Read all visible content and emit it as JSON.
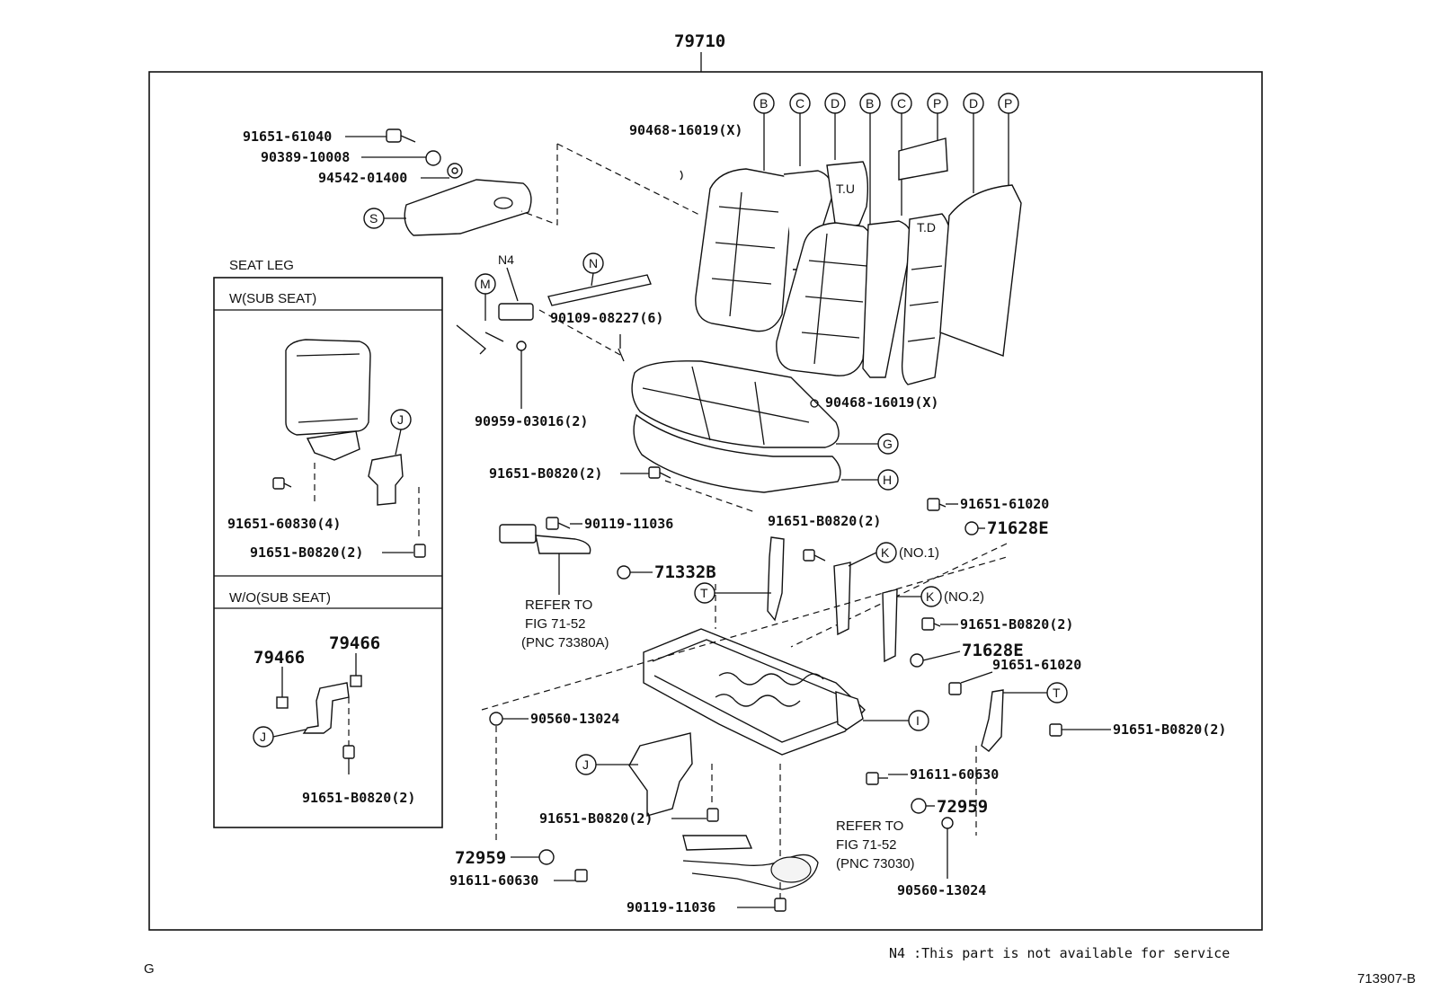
{
  "assembly_number": "79710",
  "seat_leg": {
    "title": "SEAT LEG",
    "with_sub_seat": "W(SUB SEAT)",
    "without_sub_seat": "W/O(SUB SEAT)",
    "parts_with": [
      "91651-60830(4)",
      "91651-B0820(2)"
    ],
    "parts_without": [
      "79466",
      "79466",
      "91651-B0820(2)"
    ]
  },
  "part_labels": {
    "p91651_61040": "91651-61040",
    "p90389_10008": "90389-10008",
    "p94542_01400": "94542-01400",
    "p90468_16019_top": "90468-16019(X)",
    "p90468_16019_mid": "90468-16019(X)",
    "p90109_08227": "90109-08227(6)",
    "p90959_03016": "90959-03016(2)",
    "p91651_B0820_a": "91651-B0820(2)",
    "p91651_61020_a": "91651-61020",
    "p71628E_a": "71628E",
    "p90119_11036_a": "90119-11036",
    "p91651_B0820_b": "91651-B0820(2)",
    "p71332B": "71332B",
    "p91651_B0820_c": "91651-B0820(2)",
    "p71628E_b": "71628E",
    "p91651_61020_b": "91651-61020",
    "p90560_13024_a": "90560-13024",
    "p91651_B0820_d": "91651-B0820(2)",
    "p91611_60630_a": "91611-60630",
    "p72959_a": "72959",
    "p91651_B0820_e": "91651-B0820(2)",
    "p72959_b": "72959",
    "p91611_60630_b": "91611-60630",
    "p90560_13024_b": "90560-13024",
    "p90119_11036_b": "90119-11036",
    "n4": "N4"
  },
  "refer_1": {
    "line1": "REFER TO",
    "line2": "FIG 71-52",
    "line3": "(PNC 73380A)"
  },
  "refer_2": {
    "line1": "REFER TO",
    "line2": "FIG 71-52",
    "line3": "(PNC 73030)"
  },
  "callouts": {
    "top_row": [
      "B",
      "C",
      "D",
      "B",
      "C",
      "P",
      "D",
      "P"
    ],
    "S": "S",
    "M": "M",
    "N": "N",
    "G": "G",
    "H": "H",
    "T1": "T",
    "T2": "T",
    "K1": "K",
    "K1_note": "(NO.1)",
    "K2": "K",
    "K2_note": "(NO.2)",
    "I": "I",
    "J_main": "J",
    "J_with": "J",
    "J_without": "J"
  },
  "footnote": "N4 :This part is not available for service",
  "corner_letter": "G",
  "figure_code": "713907-B"
}
